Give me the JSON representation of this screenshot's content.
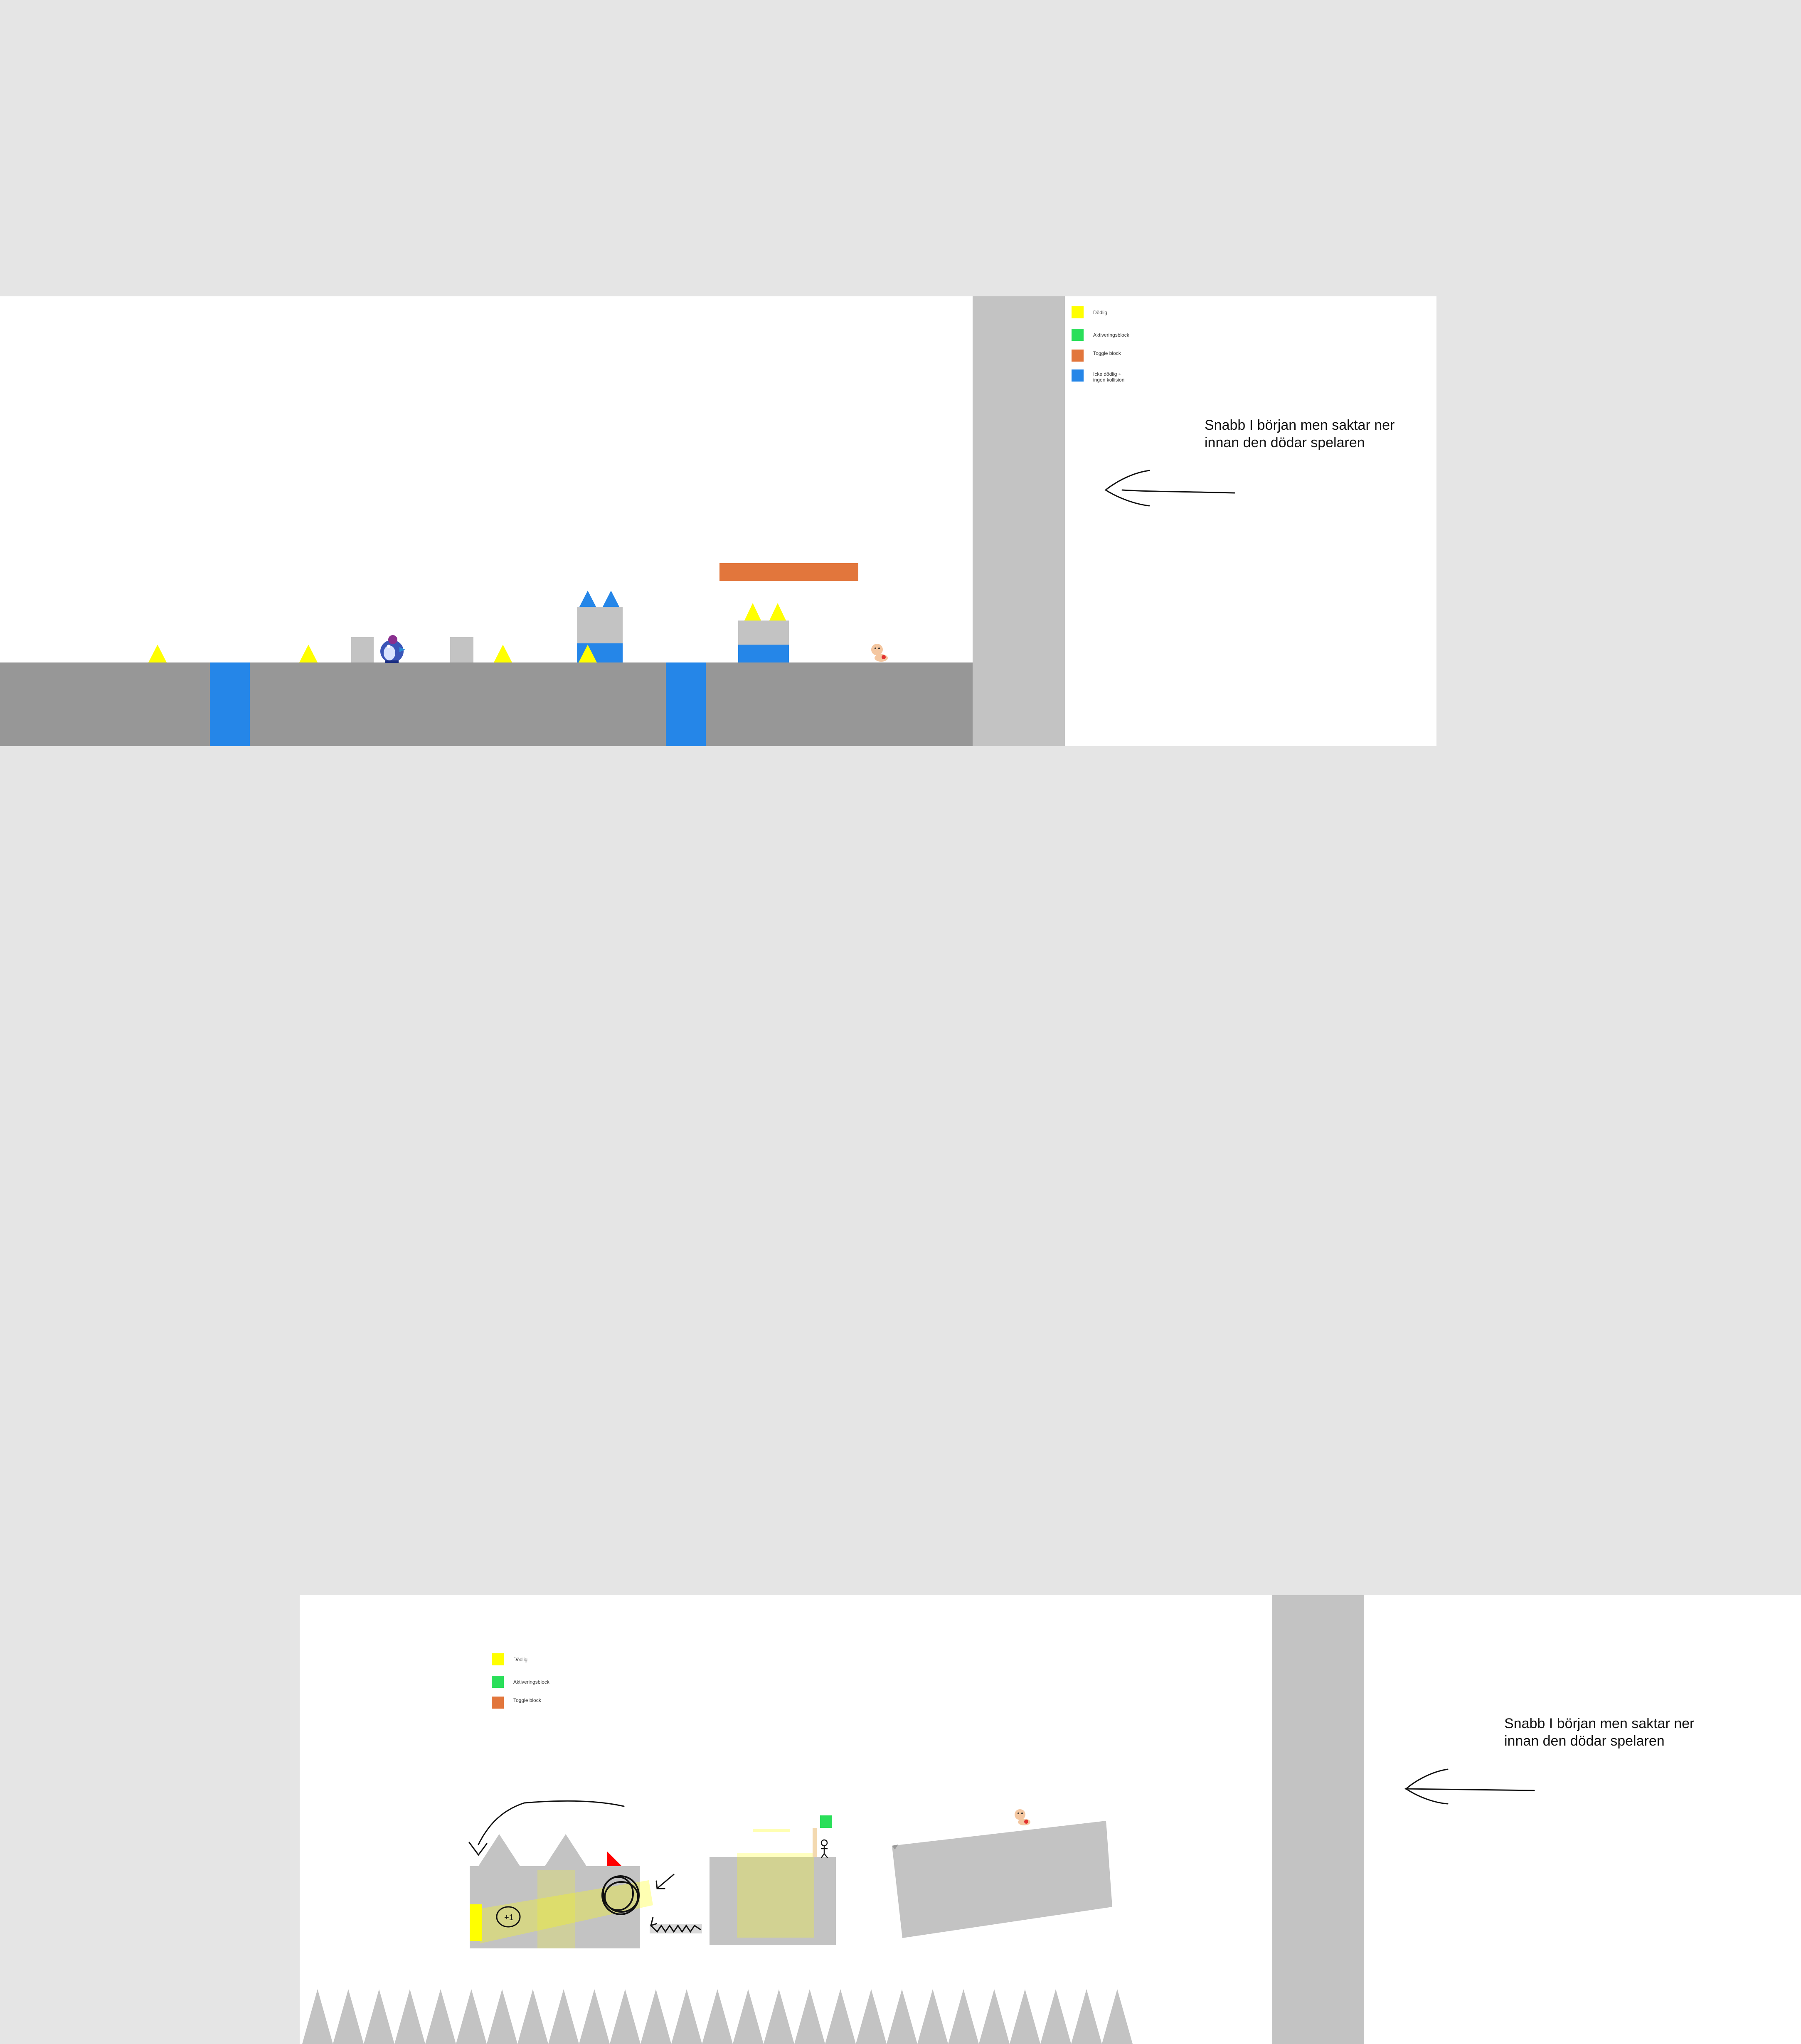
{
  "colors": {
    "background": "#e5e5e5",
    "canvas": "#ffffff",
    "ground": "#979797",
    "block": "#c3c3c3",
    "wall": "#c3c3c3",
    "deadly": "#ffff00",
    "activation": "#2adf5a",
    "toggle": "#e2763c",
    "non_deadly": "#2586e8",
    "sketch": "#111111",
    "red_marker": "#ff0000"
  },
  "legend": {
    "deadly": "Dödlig",
    "activation": "Aktiveringsblock",
    "toggle": "Toggle block",
    "non_deadly_line1": "Icke dödlig +",
    "non_deadly_line2": "ingen kollision"
  },
  "note": {
    "line1": "Snabb I början men saktar ner",
    "line2": "innan den dödar spelaren"
  },
  "sketch_labels": {
    "plus_one": "+1"
  },
  "icons": {
    "player": "penguin-player-icon",
    "baby": "baby-enemy-icon",
    "stickman": "stick-figure-icon",
    "arrow": "arrow-left-icon"
  }
}
